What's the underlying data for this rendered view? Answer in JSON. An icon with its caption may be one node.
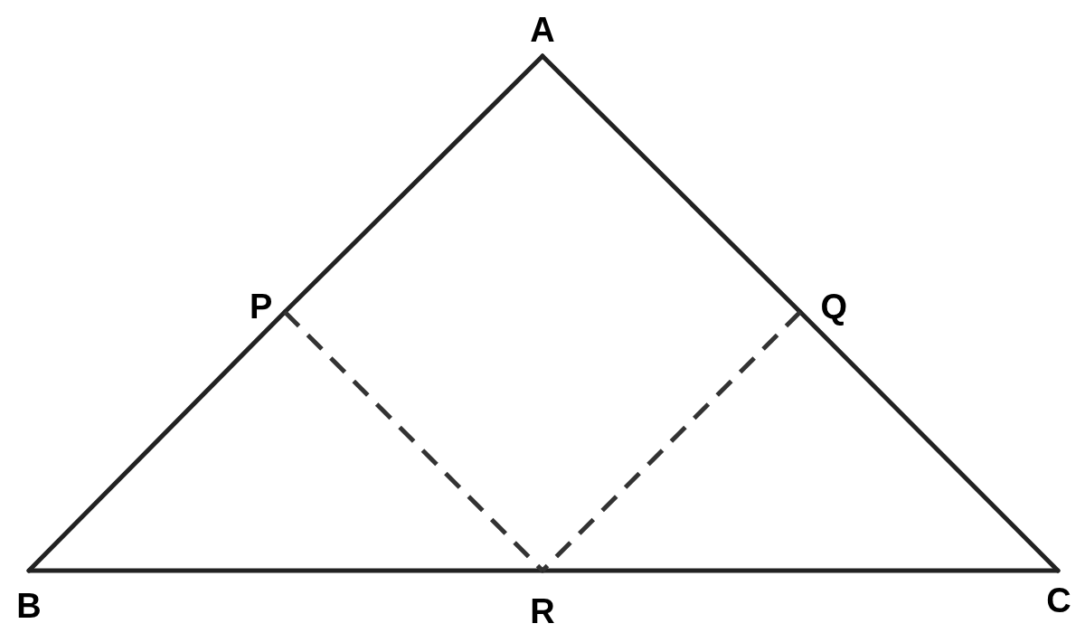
{
  "diagram": {
    "nodes": [
      {
        "text": [
          "A"
        ]
      },
      {
        "text": [
          "P"
        ]
      },
      {
        "text": [
          "Q"
        ]
      },
      {
        "text": [
          "B"
        ]
      },
      {
        "text": [
          "R"
        ]
      },
      {
        "text": [
          "C"
        ]
      }
    ],
    "edges": [
      {
        "from": 0,
        "to": 1,
        "arrow": "none"
      },
      {
        "from": 1,
        "to": 3,
        "arrow": "none"
      },
      {
        "from": 0,
        "to": 2,
        "arrow": "none"
      },
      {
        "from": 2,
        "to": 5,
        "arrow": "none"
      },
      {
        "from": 3,
        "to": 4,
        "arrow": "none"
      },
      {
        "from": 4,
        "to": 5,
        "arrow": "none"
      },
      {
        "from": 1,
        "to": 4,
        "arrow": "none",
        "style": "dashed"
      },
      {
        "from": 2,
        "to": 4,
        "arrow": "none",
        "style": "dashed"
      }
    ]
  }
}
